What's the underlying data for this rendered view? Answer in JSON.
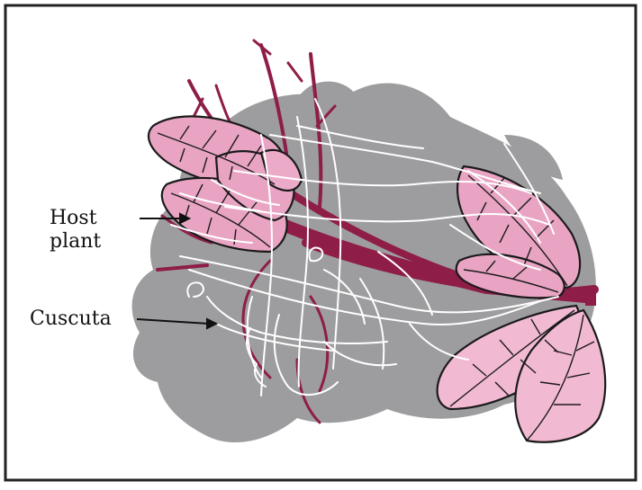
{
  "labels": {
    "host_line1": "Host",
    "host_line2": "plant",
    "cuscuta": "Cuscuta"
  },
  "colors": {
    "background_blob": "#9c9c9e",
    "leaf_fill": "#e9a4c4",
    "leaf_fill_light": "#f2b9d3",
    "host_stem": "#8e1d48",
    "cuscuta_threads": "#ffffff",
    "outline": "#1a1a1a",
    "frame_border": "#222222"
  }
}
